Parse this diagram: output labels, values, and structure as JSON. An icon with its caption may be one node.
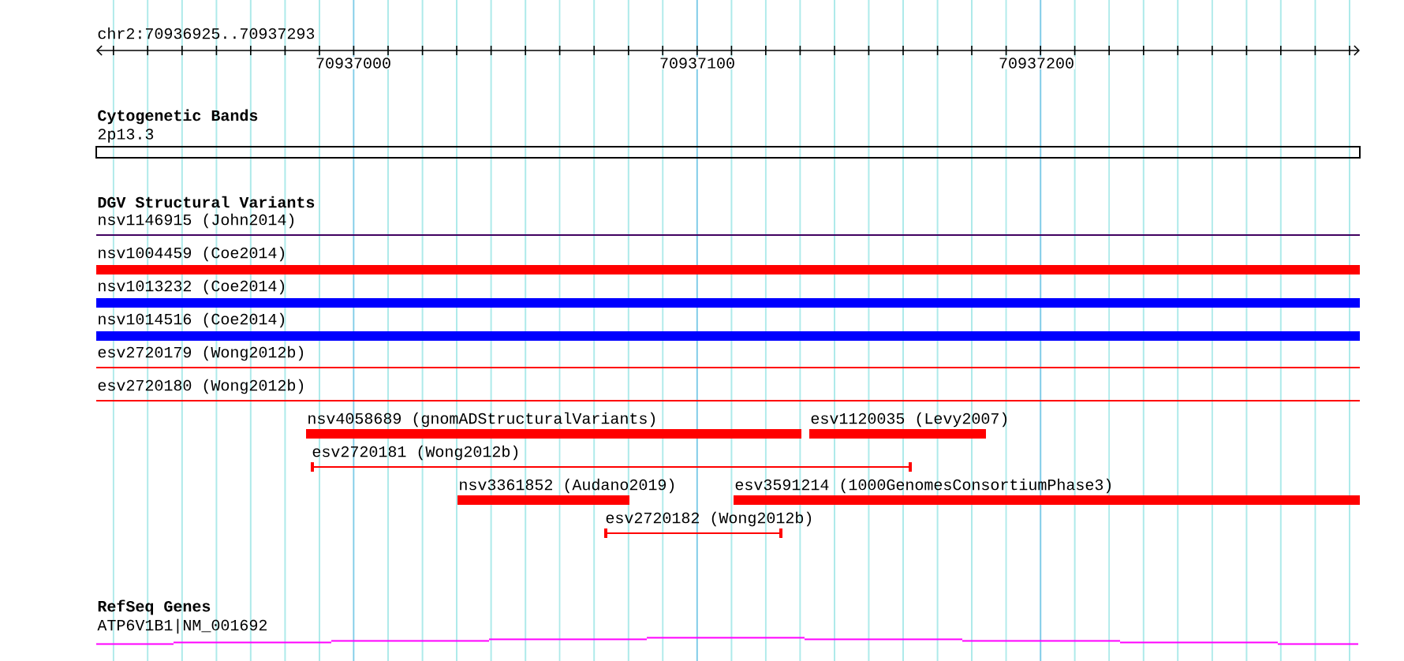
{
  "diagram": {
    "labels": [
      "chr2:70936925..70937293",
      "70937000",
      "70937100",
      "70937200",
      "Cytogenetic Bands",
      "2p13.3",
      "DGV Structural Variants",
      "nsv1146915 (John2014)",
      "nsv1004459 (Coe2014)",
      "nsv1013232 (Coe2014)",
      "nsv1014516 (Coe2014)",
      "esv2720179 (Wong2012b)",
      "esv2720180 (Wong2012b)",
      "nsv4058689 (gnomADStructuralVariants)",
      "esv1120035 (Levy2007)",
      "esv2720181 (Wong2012b)",
      "nsv3361852 (Audano2019)",
      "esv3591214 (1000GenomesConsortiumPhase3)",
      "esv2720182 (Wong2012b)",
      "RefSeq Genes",
      "ATP6V1B1|NM_001692"
    ]
  }
}
